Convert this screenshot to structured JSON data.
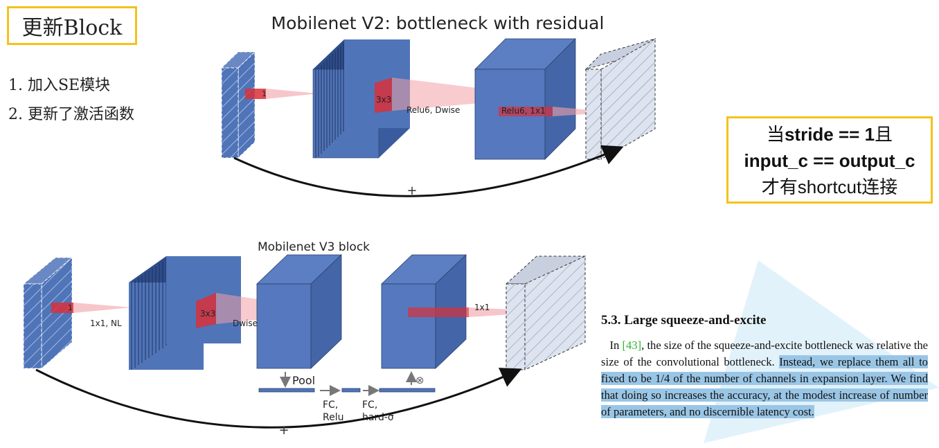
{
  "slide": {
    "title": "更新Block",
    "list": [
      "1. 加入SE模块",
      "2. 更新了激活函数"
    ],
    "condition": {
      "line1_pre": "当",
      "line1_bold": "stride == 1",
      "line1_post": "且",
      "line2_bold": "input_c == output_c",
      "line3": "才有shortcut连接"
    }
  },
  "diagram_v2": {
    "title": "Mobilenet V2: bottleneck with residual",
    "label_1": "1",
    "label_3x3": "3x3",
    "label_dwise": "Relu6, Dwise",
    "label_1x1": "Relu6, 1x1",
    "plus": "+"
  },
  "diagram_v3": {
    "title": "Mobilenet V3 block",
    "label_1": "1",
    "label_1x1_nl": "1x1, NL",
    "label_3x3": "3x3",
    "label_dwise_nl": "Dwise, NL",
    "label_1x1": "1x1",
    "pool": "Pool",
    "fc_relu_1": "FC,",
    "fc_relu_2": "Relu",
    "fc_hard_1": "FC,",
    "fc_hard_2": "hard-σ",
    "mult": "⊗",
    "plus": "+"
  },
  "paper": {
    "heading": "5.3. Large squeeze-and-excite",
    "p_in": "In ",
    "cite": "[43]",
    "p_normal": ", the size of the squeeze-and-excite bottleneck was relative the size of the convolutional bottleneck. ",
    "p_highlight": "Instead, we replace them all to fixed to be 1/4 of the number of channels in expansion layer. We find that doing so increases the accuracy, at the modest increase of number of parameters, and no discernible latency cost."
  },
  "colors": {
    "accent_box": "#f5c21b",
    "block_blue": "#4f74b8",
    "highlight": "#9ac6e6",
    "cite_green": "#2fb52f"
  }
}
